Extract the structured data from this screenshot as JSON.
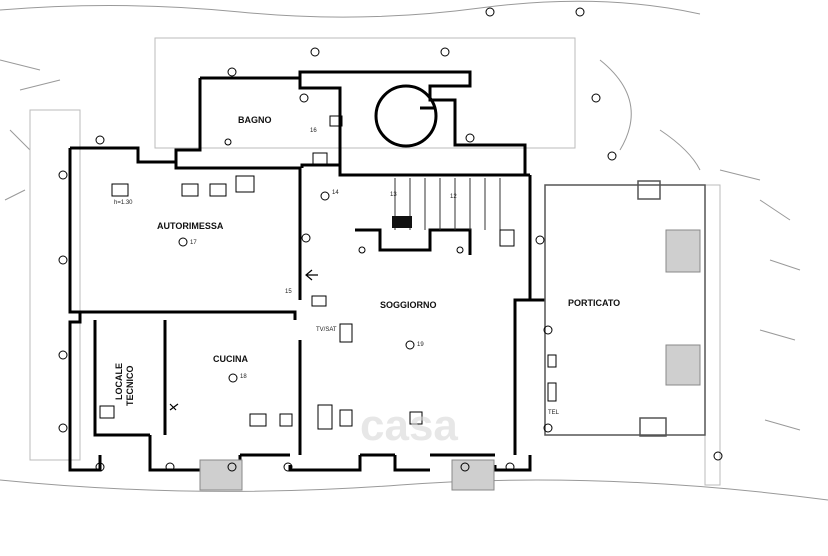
{
  "plan": {
    "rooms": {
      "bagno": "BAGNO",
      "autorimessa": "AUTORIMESSA",
      "soggiorno": "SOGGIORNO",
      "porticato": "PORTICATO",
      "cucina": "CUCINA",
      "locale_line1": "LOCALE",
      "locale_line2": "TECNICO"
    },
    "points": {
      "p16": "16",
      "p17": "17",
      "p15": "15",
      "p14": "14",
      "p13": "13",
      "p12": "12",
      "p19": "19",
      "p18": "18"
    },
    "notes": {
      "h": "h=1.30",
      "tv": "TV/SAT",
      "tel": "TEL"
    },
    "watermark": "casa"
  }
}
